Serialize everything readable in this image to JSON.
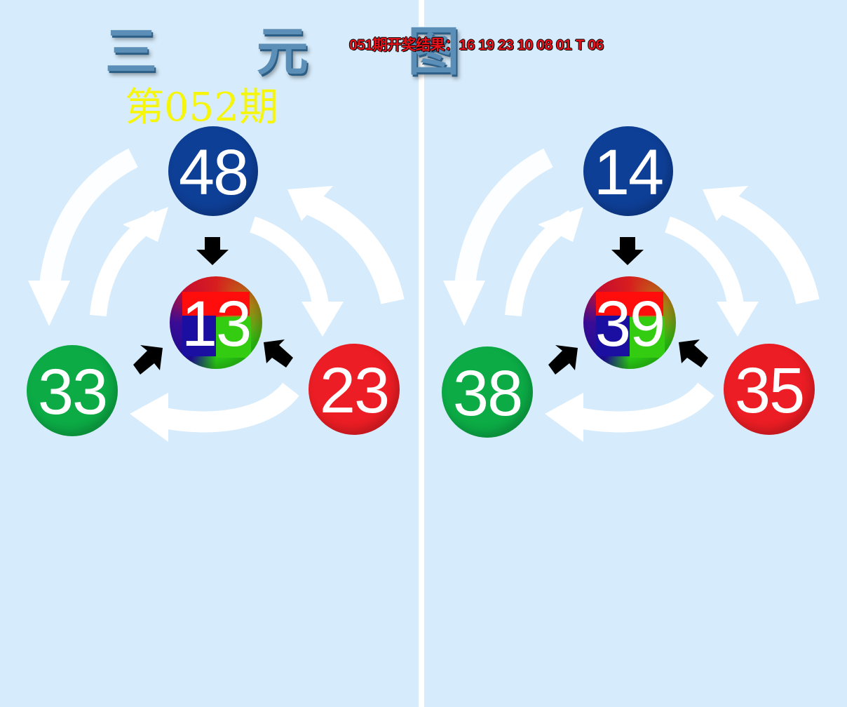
{
  "title": "三 元 图",
  "result_text": "051期开奖结果：16 19 23 10 08 01 T 06",
  "period": "第052期",
  "colors": {
    "background": "#d6ebfb",
    "blue_ball": "#0e3f97",
    "green_ball": "#0cab46",
    "red_ball": "#ec1d24",
    "title": "#5c8fb8",
    "result": "#e8121b",
    "period": "#f6f50c"
  },
  "left": {
    "top_ball": "48",
    "center_ball": "13",
    "left_ball": "33",
    "right_ball": "23"
  },
  "right": {
    "top_ball": "14",
    "center_ball": "39",
    "left_ball": "38",
    "right_ball": "35"
  },
  "icons": [
    "down-arrow-icon",
    "diagonal-arrow-icon",
    "cycle-arrow-icon"
  ]
}
